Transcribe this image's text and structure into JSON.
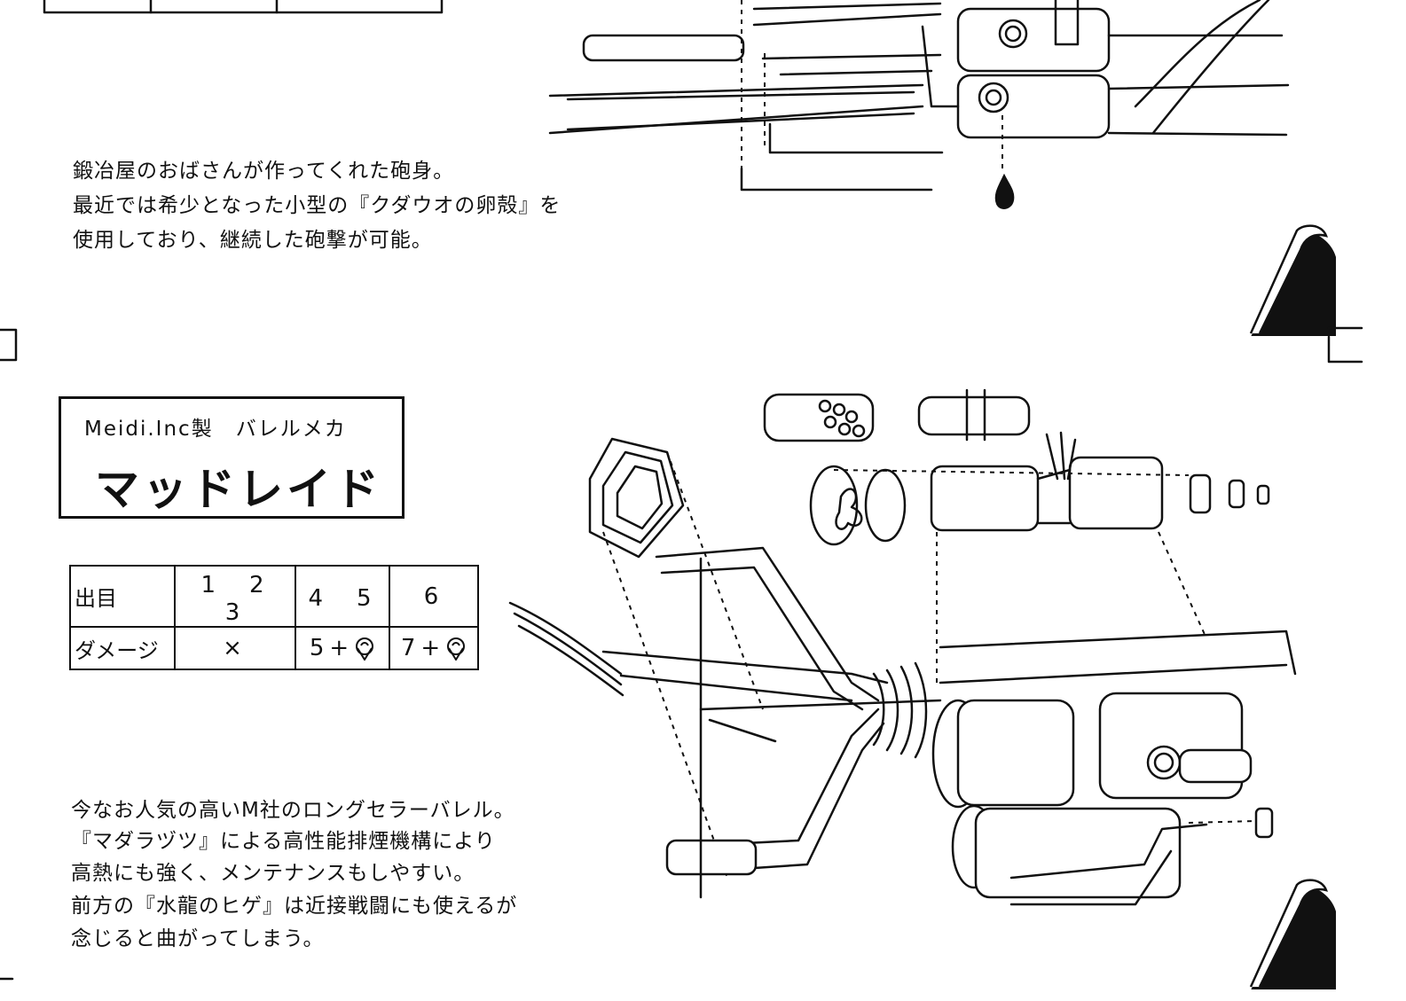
{
  "upper_section": {
    "description_lines": [
      "鍛冶屋のおばさんが作ってくれた砲身。",
      "最近では希少となった小型の『クダウオの卵殻』を",
      "使用しており、継続した砲撃が可能。"
    ]
  },
  "lower_section": {
    "maker_label": "Meidi.Inc製　バレルメカ",
    "item_name": "マッドレイド",
    "dice_table": {
      "row_headers": [
        "出目",
        "ダメージ"
      ],
      "roll_columns": [
        "1　2　3",
        "4　5",
        "6"
      ],
      "damage_values": [
        "×",
        "5+",
        "7+"
      ],
      "damage_icon": "flame-token-icon"
    },
    "description_lines": [
      "今なお人気の高いM社のロングセラーバレル。",
      "『マダラヅツ』による高性能排煙機構により",
      "高熱にも強く、メンテナンスもしやすい。",
      "前方の『水龍のヒゲ』は近接戦闘にも使えるが",
      "念じると曲がってしまう。"
    ]
  },
  "icons": [
    "page-curl-icon",
    "ink-drop-icon"
  ]
}
